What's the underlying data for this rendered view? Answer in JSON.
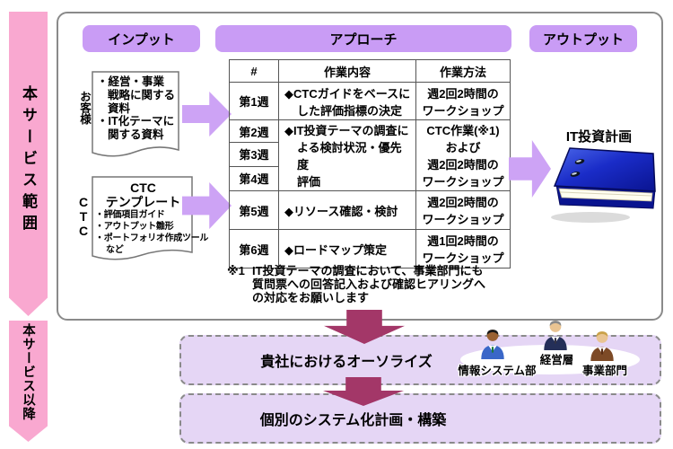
{
  "colors": {
    "pink_banner": "#F9A8D0",
    "purple_header": "#C99CF5",
    "purple_arrow": "#CDA3F5",
    "light_purple_box": "#E5D6F5",
    "magenta_arrow": "#A33768",
    "binder_blue": "#1226B8"
  },
  "side_banners": {
    "scope": "本サービス範囲",
    "after": "本サービス以降"
  },
  "headers": {
    "input": "インプット",
    "approach": "アプローチ",
    "output": "アウトプット"
  },
  "input_docs": {
    "customer": {
      "owner": "お客様",
      "line1": "・経営・事業",
      "line2": "戦略に関する",
      "line3": "資料",
      "line4": "・IT化テーマに",
      "line5": "関する資料"
    },
    "ctc": {
      "owner": "CTC",
      "title_line1": "CTC",
      "title_line2": "テンプレート",
      "item1": "・評価項目ガイド",
      "item2": "・アウトプット雛形",
      "item3": "・ポートフォリオ作成ツール",
      "item4": "など"
    }
  },
  "approach_table": {
    "col_headers": [
      "#",
      "作業内容",
      "作業方法"
    ],
    "row1": {
      "week": "第1週",
      "content": "◆CTCガイドをベースに\nした評価指標の決定",
      "method": "週2回2時間の\nワークショップ"
    },
    "row2": {
      "week": "第2週"
    },
    "row3": {
      "week": "第3週"
    },
    "row4": {
      "week": "第4週"
    },
    "merged": {
      "content": "◆IT投資テーマの調査に\nよる検討状況・優先度\n評価",
      "method": "CTC作業(※1)\nおよび\n週2回2時間の\nワークショップ"
    },
    "row5": {
      "week": "第5週",
      "content": "◆リソース確認・検討",
      "method": "週2回2時間の\nワークショップ"
    },
    "row6": {
      "week": "第6週",
      "content": "◆ロードマップ策定",
      "method": "週1回2時間の\nワークショップ"
    }
  },
  "note": {
    "marker": "※1",
    "text": "IT投資テーマの調査において、事業部門にも\n質問票への回答記入および確認ヒアリングへ\nの対応をお願いします"
  },
  "output": {
    "label": "IT投資計画"
  },
  "bottom": {
    "authorize": "貴社におけるオーソライズ",
    "build": "個別のシステム化計画・構築",
    "people": [
      {
        "label": "情報システム部"
      },
      {
        "label": "経営層"
      },
      {
        "label": "事業部門"
      }
    ]
  }
}
